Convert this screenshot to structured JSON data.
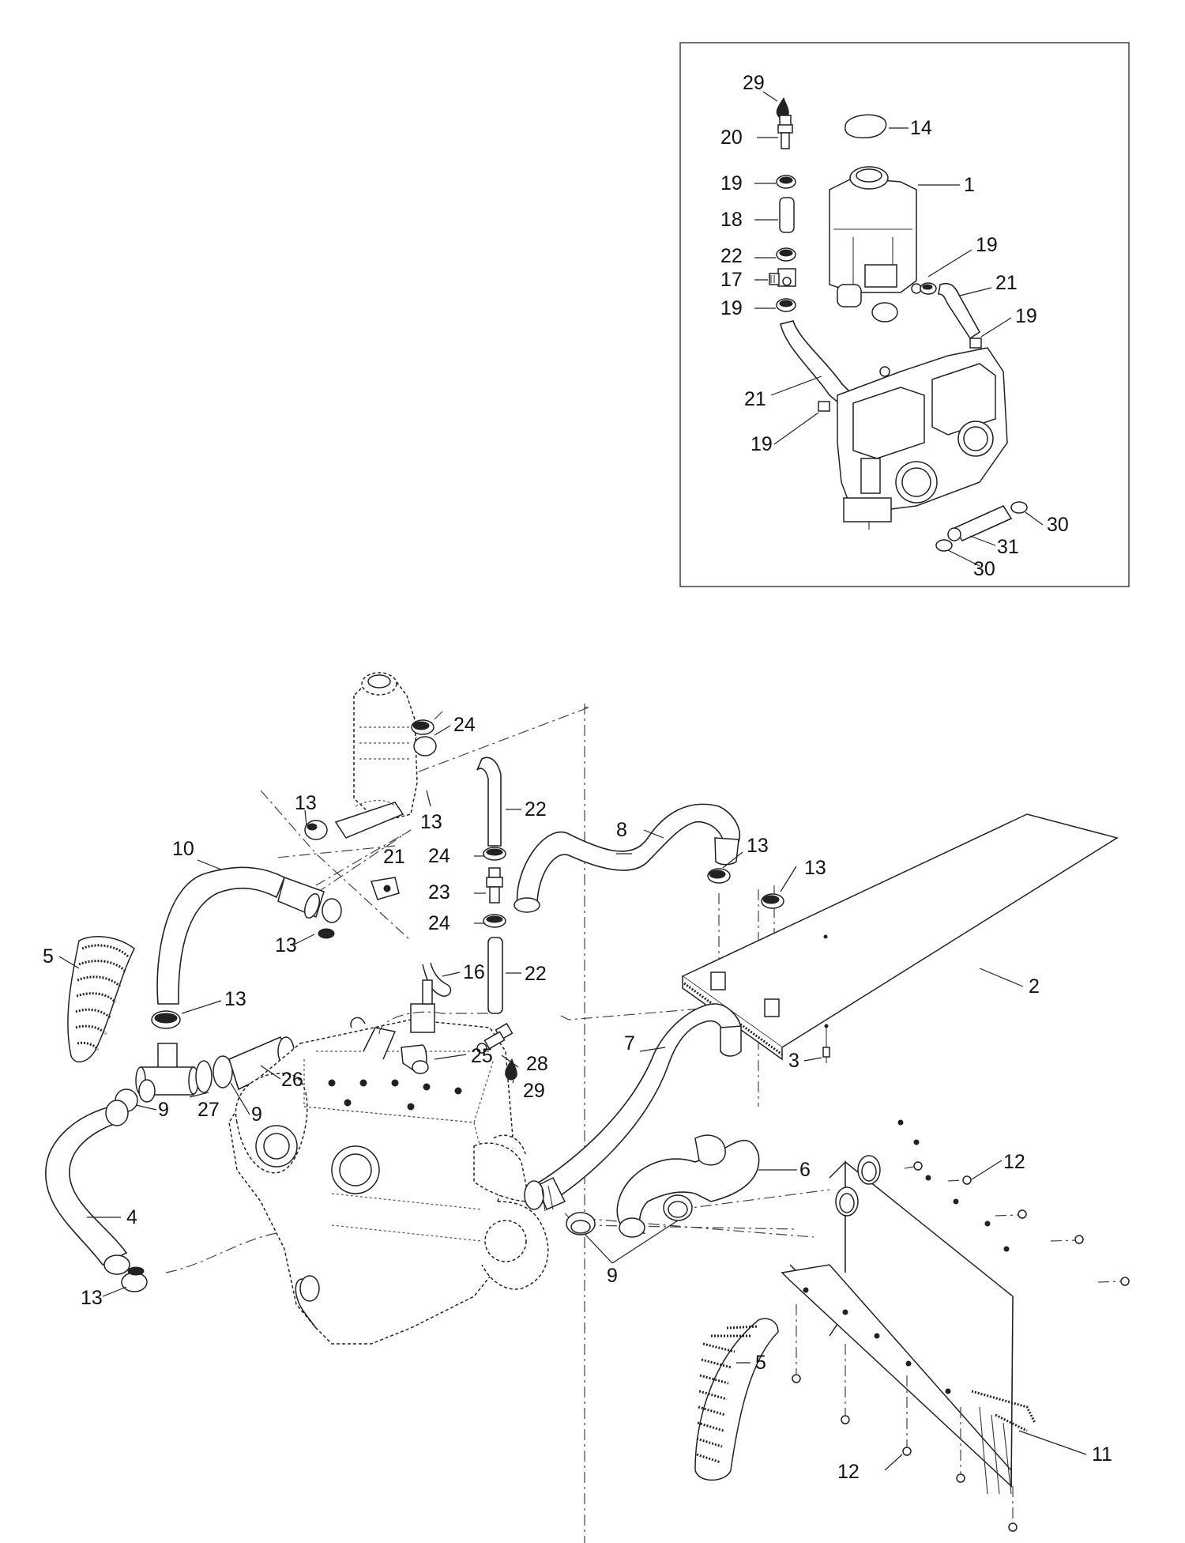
{
  "callouts": [
    {
      "id": "c29a",
      "text": "29"
    },
    {
      "id": "c20",
      "text": "20"
    },
    {
      "id": "c14",
      "text": "14"
    },
    {
      "id": "c19a",
      "text": "19"
    },
    {
      "id": "c1",
      "text": "1"
    },
    {
      "id": "c18",
      "text": "18"
    },
    {
      "id": "c19b",
      "text": "19"
    },
    {
      "id": "c22a",
      "text": "22"
    },
    {
      "id": "c17",
      "text": "17"
    },
    {
      "id": "c21a",
      "text": "21"
    },
    {
      "id": "c19c",
      "text": "19"
    },
    {
      "id": "c19d",
      "text": "19"
    },
    {
      "id": "c21b",
      "text": "21"
    },
    {
      "id": "c19e",
      "text": "19"
    },
    {
      "id": "c30a",
      "text": "30"
    },
    {
      "id": "c31",
      "text": "31"
    },
    {
      "id": "c30b",
      "text": "30"
    },
    {
      "id": "c24a",
      "text": "24"
    },
    {
      "id": "c13a",
      "text": "13"
    },
    {
      "id": "c22b",
      "text": "22"
    },
    {
      "id": "c13b",
      "text": "13"
    },
    {
      "id": "c8",
      "text": "8"
    },
    {
      "id": "c24b",
      "text": "24"
    },
    {
      "id": "c21c",
      "text": "21"
    },
    {
      "id": "c10",
      "text": "10"
    },
    {
      "id": "c13c",
      "text": "13"
    },
    {
      "id": "c13d",
      "text": "13"
    },
    {
      "id": "c23",
      "text": "23"
    },
    {
      "id": "c24c",
      "text": "24"
    },
    {
      "id": "c13e",
      "text": "13"
    },
    {
      "id": "c5a",
      "text": "5"
    },
    {
      "id": "c22c",
      "text": "22"
    },
    {
      "id": "c16",
      "text": "16"
    },
    {
      "id": "c2",
      "text": "2"
    },
    {
      "id": "c13f",
      "text": "13"
    },
    {
      "id": "c26",
      "text": "26"
    },
    {
      "id": "c25",
      "text": "25"
    },
    {
      "id": "c28",
      "text": "28"
    },
    {
      "id": "c7",
      "text": "7"
    },
    {
      "id": "c3",
      "text": "3"
    },
    {
      "id": "c9a",
      "text": "9"
    },
    {
      "id": "c29b",
      "text": "29"
    },
    {
      "id": "c27",
      "text": "27"
    },
    {
      "id": "c9b",
      "text": "9"
    },
    {
      "id": "c6",
      "text": "6"
    },
    {
      "id": "c4",
      "text": "4"
    },
    {
      "id": "c12a",
      "text": "12"
    },
    {
      "id": "c9c",
      "text": "9"
    },
    {
      "id": "c13g",
      "text": "13"
    },
    {
      "id": "c5b",
      "text": "5"
    },
    {
      "id": "c11",
      "text": "11"
    },
    {
      "id": "c12b",
      "text": "12"
    }
  ]
}
